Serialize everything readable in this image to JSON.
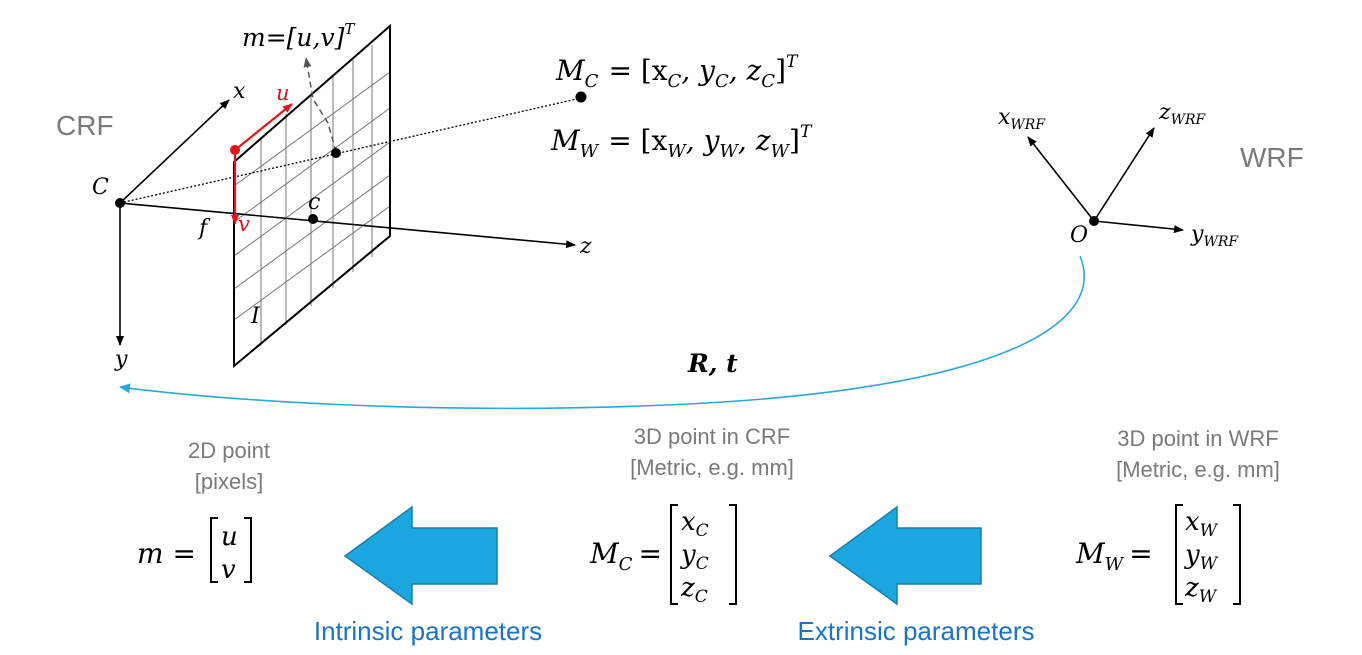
{
  "labels": {
    "crf": "CRF",
    "wrf": "WRF",
    "point_m": "m=[u,v]",
    "point_m_sup": "T",
    "Mc_eq": "M",
    "Mc_sub": "C",
    "Mc_rhs": "= [x",
    "Mc_rhs_sub1": "C",
    "Mc_rhs_y": ", y",
    "Mc_rhs_sub2": "C",
    "Mc_rhs_z": ", z",
    "Mc_rhs_sub3": "C",
    "Mc_rhs_end": "]",
    "Mc_sup": "T",
    "Mw_eq": "M",
    "Mw_sub": "W",
    "Mw_rhs": "= [x",
    "Mw_rhs_sub1": "W",
    "Mw_rhs_y": ", y",
    "Mw_rhs_sub2": "W",
    "Mw_rhs_z": ", z",
    "Mw_rhs_sub3": "W",
    "Mw_rhs_end": "]",
    "Mw_sup": "T",
    "cam_C": "C",
    "axis_x": "x",
    "axis_y": "y",
    "axis_z": "z",
    "img_u": "u",
    "img_v": "v",
    "focal_f": "f",
    "principal_c": "c",
    "image_I": "I",
    "origin_O": "O",
    "x_wrf": "x",
    "x_wrf_sub": "WRF",
    "y_wrf": "y",
    "y_wrf_sub": "WRF",
    "z_wrf": "z",
    "z_wrf_sub": "WRF",
    "Rt": "R, t"
  },
  "bottom": {
    "col1_title1": "2D point",
    "col1_title2": "[pixels]",
    "col2_title1": "3D point in CRF",
    "col2_title2": "[Metric, e.g. mm]",
    "col3_title1": "3D point in WRF",
    "col3_title2": "[Metric, e.g. mm]",
    "m_lhs": "m =",
    "m_top": "u",
    "m_bot": "v",
    "Mc_lhs": "M",
    "Mc_lhs_sub": "C",
    "Mc_x": "x",
    "Mc_y": "y",
    "Mc_z": "z",
    "Mc_entry_sub": "C",
    "Mw_lhs": "M",
    "Mw_lhs_sub": "W",
    "Mw_x": "x",
    "Mw_y": "y",
    "Mw_z": "z",
    "Mw_entry_sub": "W",
    "intrinsic": "Intrinsic parameters",
    "extrinsic": "Extrinsic parameters"
  },
  "colors": {
    "red": "#e0141a",
    "arrow_fill": "#1ca7e0",
    "arrow_stroke": "#1a7fa8",
    "curve": "#29a8dd",
    "blue_text": "#1a73c8",
    "gray_text": "#7a7a7a"
  }
}
